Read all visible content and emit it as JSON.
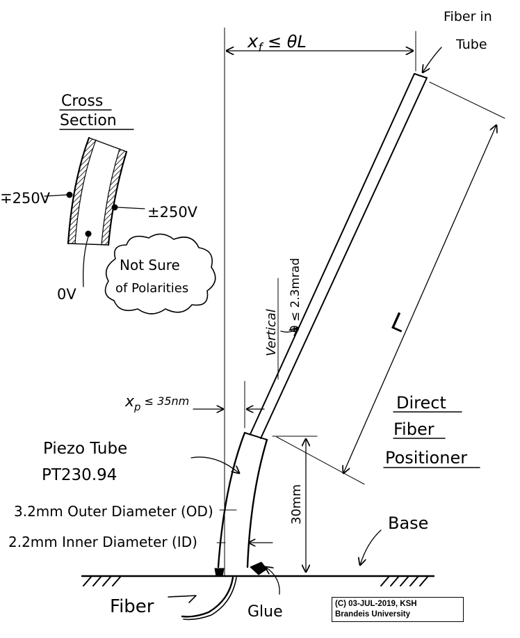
{
  "labels": {
    "fiber_in_tube_line1": "Fiber in",
    "fiber_in_tube_line2": "Tube",
    "xf": "x",
    "xf_sub": "f",
    "xf_cond": " ≤ θL",
    "cross_section_line1": "Cross",
    "cross_section_line2": "Section",
    "minus_plus_250": "∓250V",
    "plus_minus_250": "±250V",
    "zero_v": "0V",
    "not_sure_line1": "Not Sure",
    "not_sure_line2": "of Polarities",
    "vertical": "Vertical",
    "theta": "θ ≤ 2.3mrad",
    "length": "L",
    "direct_line1": "Direct",
    "direct_line2": "Fiber",
    "direct_line3": "Positioner",
    "xp": "x",
    "xp_sub": "p",
    "xp_cond": " ≤ 35nm",
    "piezo_line1": "Piezo Tube",
    "piezo_line2": "PT230.94",
    "thirty_mm": "30mm",
    "od": "3.2mm Outer Diameter (OD)",
    "id": "2.2mm Inner Diameter (ID)",
    "base": "Base",
    "fiber": "Fiber",
    "glue": "Glue"
  },
  "copyright": {
    "line1": "(C) 03-JUL-2019, KSH",
    "line2": "Brandeis University"
  }
}
